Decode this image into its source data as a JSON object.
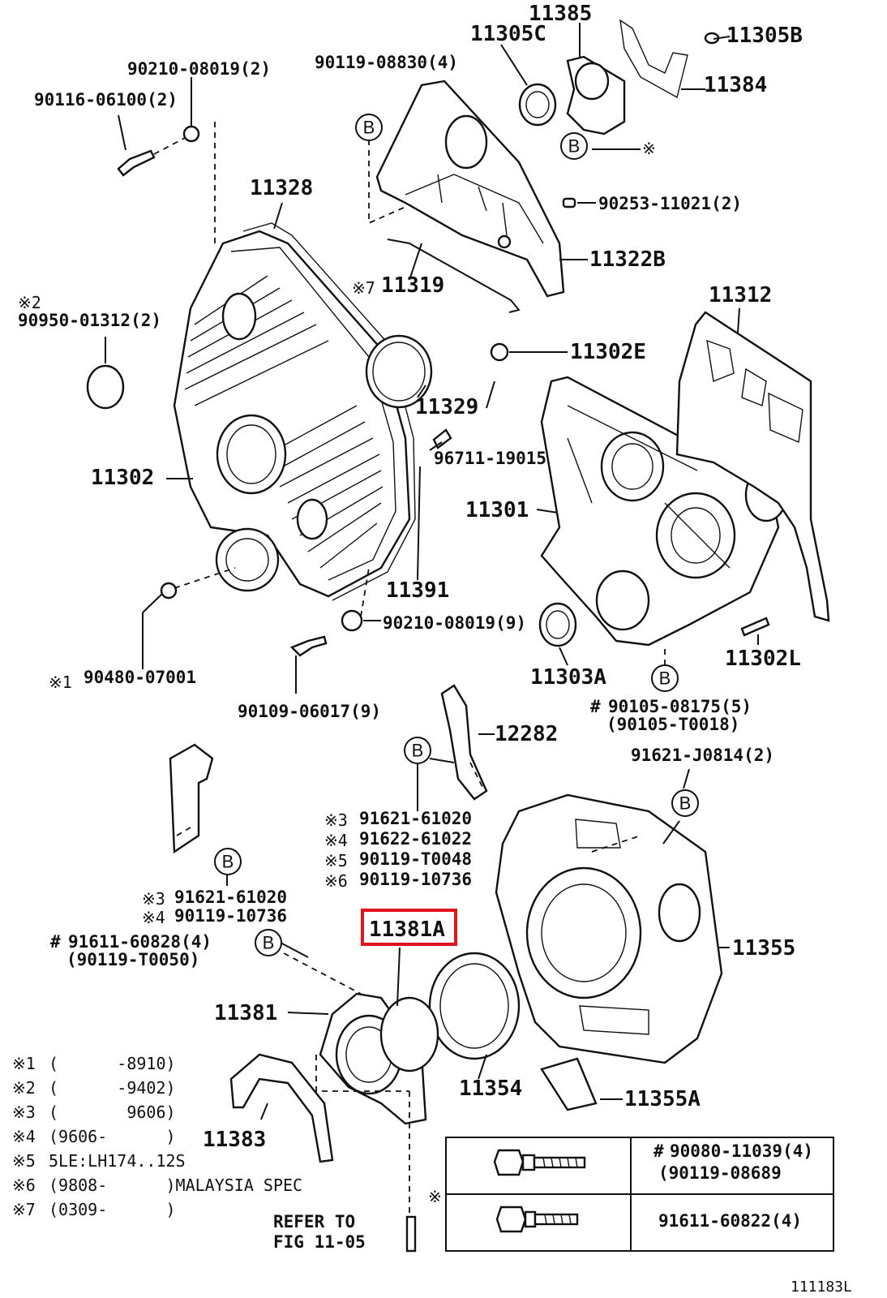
{
  "figure_id": "111183L",
  "highlight": {
    "label": "11381A",
    "color": "#e0141e"
  },
  "callout_marker": "B",
  "parts": {
    "p11385": "11385",
    "p11305C": "11305C",
    "p11305B": "11305B",
    "p11384": "11384",
    "p90210a": "90210-08019(2)",
    "p90119a": "90119-08830(4)",
    "p90116": "90116-06100(2)",
    "p90253": "90253-11021(2)",
    "p11328": "11328",
    "p11322B": "11322B",
    "p11319": "11319",
    "p11312": "11312",
    "p90950": "90950-01312(2)",
    "p11302E": "11302E",
    "p11329": "11329",
    "p96711": "96711-19015",
    "p11302": "11302",
    "p11301": "11301",
    "p11391": "11391",
    "p90210b": "90210-08019(9)",
    "p90480": "90480-07001",
    "p11303A": "11303A",
    "p11302L": "11302L",
    "p90109": "90109-06017(9)",
    "p90105a": "90105-08175(5)",
    "p90105b": "(90105-T0018)",
    "p12282": "12282",
    "p91621a": "91621-J0814(2)",
    "p91621b": "91621-61020",
    "p91622": "91622-61022",
    "p90119b": "90119-T0048",
    "p90119c": "90119-10736",
    "p91621c": "91621-61020",
    "p90119d": "90119-10736",
    "p91611a": "91611-60828(4)",
    "p90119e": "(90119-T0050)",
    "p11381A": "11381A",
    "p11355": "11355",
    "p11381": "11381",
    "p11354": "11354",
    "p11355A": "11355A",
    "p11383": "11383",
    "p90080": "90080-11039(4)",
    "p90119f": "(90119-08689",
    "p91611b": "91611-60822(4)"
  },
  "marks": {
    "m7": "※7",
    "m2": "※2",
    "m1": "※1",
    "m3": "※3",
    "m4": "※4",
    "m5": "※5",
    "m6": "※6",
    "star": "※",
    "hash": "#"
  },
  "notes": [
    {
      "mark": "※1",
      "text": "(      -8910)"
    },
    {
      "mark": "※2",
      "text": "(      -9402)"
    },
    {
      "mark": "※3",
      "text": "(       9606)"
    },
    {
      "mark": "※4",
      "text": "(9606-      )"
    },
    {
      "mark": "※5",
      "text": "5LE:LH174..12S"
    },
    {
      "mark": "※6",
      "text": "(9808-      )MALAYSIA SPEC"
    },
    {
      "mark": "※7",
      "text": "(0309-      )"
    }
  ],
  "refer": {
    "line1": "REFER TO",
    "line2": "FIG 11-05"
  }
}
